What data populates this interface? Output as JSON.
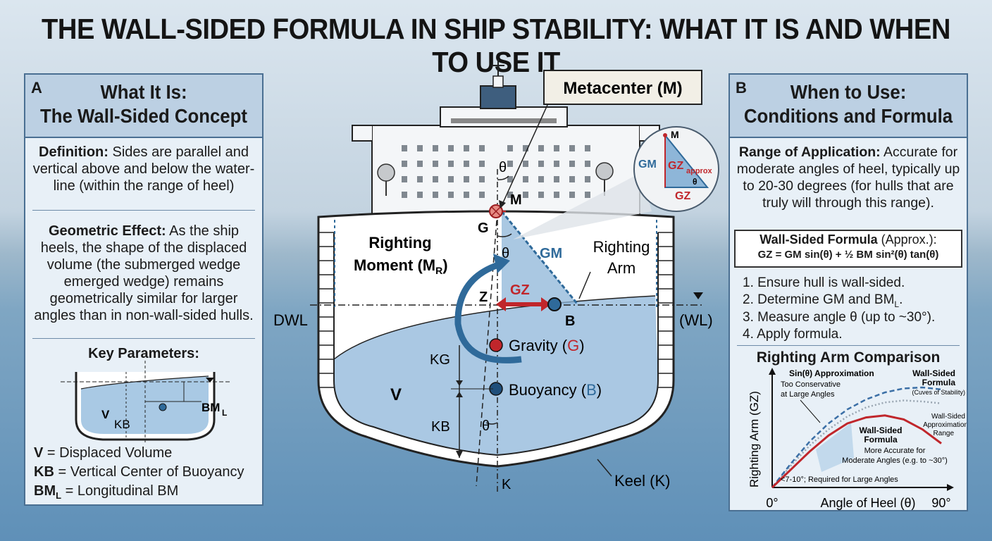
{
  "title": "THE WALL-SIDED FORMULA IN SHIP STABILITY: WHAT IT IS AND WHEN TO USE IT",
  "panel_a": {
    "letter": "A",
    "title_line1": "What It Is:",
    "title_line2": "The Wall-Sided Concept",
    "definition_label": "Definition:",
    "definition_text": "Sides are parallel and vertical above and below the water-line (within the range of heel)",
    "geometric_label": "Geometric Effect:",
    "geometric_text": "As the ship heels, the shape of the displaced volume (the submerged wedge emerged wedge) remains geometrically similar for larger angles than in non-wall-sided hulls.",
    "key_params_title": "Key Parameters:",
    "sketch_labels": {
      "v": "V",
      "kb": "KB",
      "bm": "BM",
      "bm_sub": "L"
    },
    "legend": [
      {
        "sym": "V",
        "sub": "",
        "text": "= Displaced Volume"
      },
      {
        "sym": "KB",
        "sub": "",
        "text": "= Vertical Center of Buoyancy"
      },
      {
        "sym": "BM",
        "sub": "L",
        "text": "= Longitudinal BM"
      }
    ]
  },
  "panel_b": {
    "letter": "B",
    "title_line1": "When to Use:",
    "title_line2": "Conditions and Formula",
    "range_label": "Range of Application:",
    "range_text": "Accurate for moderate angles of heel, typically up to 20-30 degrees (for hulls that are truly will through this range).",
    "formula_title": "Wall-Sided Formula",
    "formula_suffix": "(Approx.):",
    "formula": "GZ = GM sin(θ) + ½ BM sin²(θ) tan(θ)",
    "steps": [
      "1. Ensure hull is wall-sided.",
      "2. Determine GM and BM",
      "3. Measure angle θ (up to ~30°).",
      "4. Apply formula."
    ],
    "step2_sub": "L",
    "step2_tail": ".",
    "comparison_title": "Righting Arm Comparison"
  },
  "center": {
    "metacenter_label": "Metacenter (M)",
    "m": "M",
    "g": "G",
    "z": "Z",
    "b": "B",
    "k": "K",
    "theta": "θ",
    "gm": "GM",
    "gz": "GZ",
    "righting_moment": "Righting",
    "righting_moment2": "Moment (M",
    "righting_moment_sub": "R",
    "righting_moment_close": ")",
    "righting_arm1": "Righting",
    "righting_arm2": "Arm",
    "dwl": "DWL",
    "wl": "(WL)",
    "gravity_label": "Gravity (",
    "gravity_sym": "G",
    "buoyancy_label": "Buoyancy (",
    "buoyancy_sym": "B",
    "close_paren": ")",
    "kg": "KG",
    "kb": "KB",
    "v": "V",
    "keel": "Keel (K)",
    "inset_m": "M",
    "inset_gm": "GM",
    "inset_gz": "GZ",
    "inset_gz_sub": "approx",
    "inset_theta": "θ",
    "inset_gz_bottom": "GZ"
  },
  "colors": {
    "panel_border": "#4a6f92",
    "panel_bg": "#e8f0f7",
    "water": "#aac8e3",
    "red": "#c0262b",
    "blue": "#2f6a9a",
    "curve_red": "#c0262b",
    "curve_blue": "#3b6fa6",
    "curve_gray": "#9aa6b2"
  },
  "chart_data": {
    "type": "line",
    "title": "Righting Arm Comparison",
    "xlabel": "Angle of Heel (θ)",
    "ylabel": "Righting Arm (GZ)",
    "x_ticks": [
      "0°",
      "90°"
    ],
    "xlim": [
      0,
      90
    ],
    "grid": false,
    "x": [
      0,
      10,
      20,
      30,
      40,
      50,
      60,
      70,
      80,
      90
    ],
    "series": [
      {
        "name": "Sin(θ) Approximation",
        "style": "dotted",
        "color": "#9aa6b2",
        "values": [
          0,
          0.22,
          0.42,
          0.58,
          0.71,
          0.8,
          0.85,
          0.87,
          0.86,
          0.84
        ]
      },
      {
        "name": "Wall-Sided Formula",
        "style": "dashed",
        "color": "#3b6fa6",
        "values": [
          0,
          0.24,
          0.46,
          0.64,
          0.78,
          0.88,
          0.95,
          0.99,
          1.0,
          0.98
        ]
      },
      {
        "name": "Wall-Sided Formula",
        "style": "solid",
        "color": "#c0262b",
        "values": [
          0,
          0.18,
          0.36,
          0.52,
          0.64,
          0.7,
          0.72,
          0.68,
          0.58,
          0.44
        ]
      }
    ],
    "annotations": [
      {
        "text": "Sin(θ) Approximation",
        "bold": true
      },
      {
        "text": "Too Conservative"
      },
      {
        "text": "at Large Angles"
      },
      {
        "text": "Wall-Sided",
        "bold": true
      },
      {
        "text": "Formula",
        "bold": true
      },
      {
        "text": "(Cuves of Stability)"
      },
      {
        "text": "Wall-Sided"
      },
      {
        "text": "Approximation"
      },
      {
        "text": "Range"
      },
      {
        "text": "Wall-Sided",
        "bold": true
      },
      {
        "text": "Formula",
        "bold": true
      },
      {
        "text": "More Accurate for"
      },
      {
        "text": "Moderate Angles (e.g. to ~30°)"
      },
      {
        "text": "<7-10°; Required for Large Angles"
      }
    ]
  }
}
